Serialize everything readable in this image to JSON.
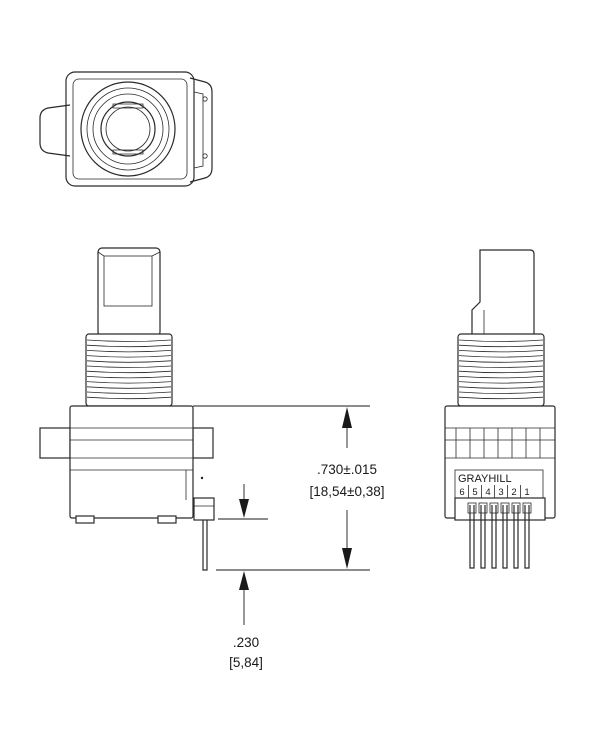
{
  "dimensions": {
    "height": {
      "imperial": ".730±.015",
      "metric": "[18,54±0,38]"
    },
    "pin": {
      "imperial": ".230",
      "metric": "[5,84]"
    }
  },
  "label": {
    "brand": "GRAYHILL",
    "pins": [
      "6",
      "5",
      "4",
      "3",
      "2",
      "1"
    ]
  }
}
